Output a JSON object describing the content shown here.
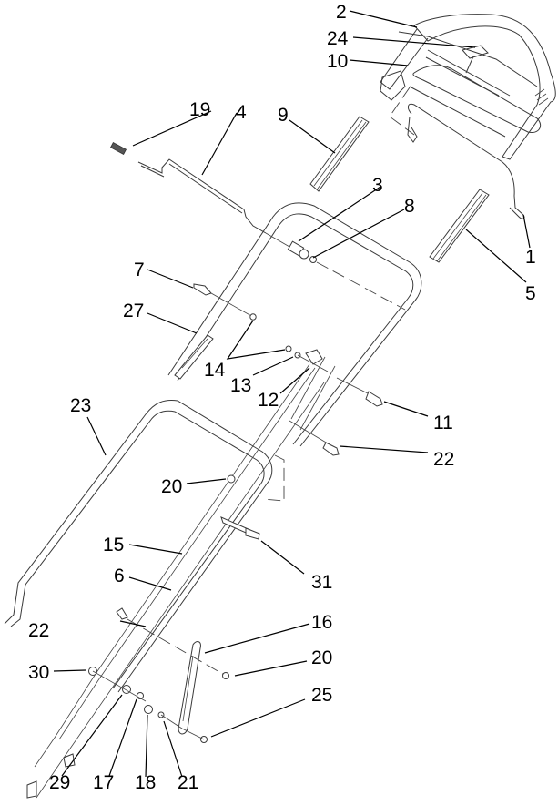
{
  "diagram": {
    "type": "exploded-parts-view",
    "subject": "mower handle assembly",
    "callouts": [
      {
        "id": "c1",
        "label": "1"
      },
      {
        "id": "c2",
        "label": "2"
      },
      {
        "id": "c3",
        "label": "3"
      },
      {
        "id": "c4",
        "label": "4"
      },
      {
        "id": "c5",
        "label": "5"
      },
      {
        "id": "c6",
        "label": "6"
      },
      {
        "id": "c7",
        "label": "7"
      },
      {
        "id": "c8",
        "label": "8"
      },
      {
        "id": "c9",
        "label": "9"
      },
      {
        "id": "c10",
        "label": "10"
      },
      {
        "id": "c11",
        "label": "11"
      },
      {
        "id": "c12",
        "label": "12"
      },
      {
        "id": "c13",
        "label": "13"
      },
      {
        "id": "c14",
        "label": "14"
      },
      {
        "id": "c15",
        "label": "15"
      },
      {
        "id": "c16",
        "label": "16"
      },
      {
        "id": "c17",
        "label": "17"
      },
      {
        "id": "c18",
        "label": "18"
      },
      {
        "id": "c19",
        "label": "19"
      },
      {
        "id": "c20a",
        "label": "20"
      },
      {
        "id": "c20b",
        "label": "20"
      },
      {
        "id": "c21",
        "label": "21"
      },
      {
        "id": "c22a",
        "label": "22"
      },
      {
        "id": "c22b",
        "label": "22"
      },
      {
        "id": "c23",
        "label": "23"
      },
      {
        "id": "c24",
        "label": "24"
      },
      {
        "id": "c25",
        "label": "25"
      },
      {
        "id": "c27",
        "label": "27"
      },
      {
        "id": "c29",
        "label": "29"
      },
      {
        "id": "c30",
        "label": "30"
      },
      {
        "id": "c31",
        "label": "31"
      }
    ]
  }
}
